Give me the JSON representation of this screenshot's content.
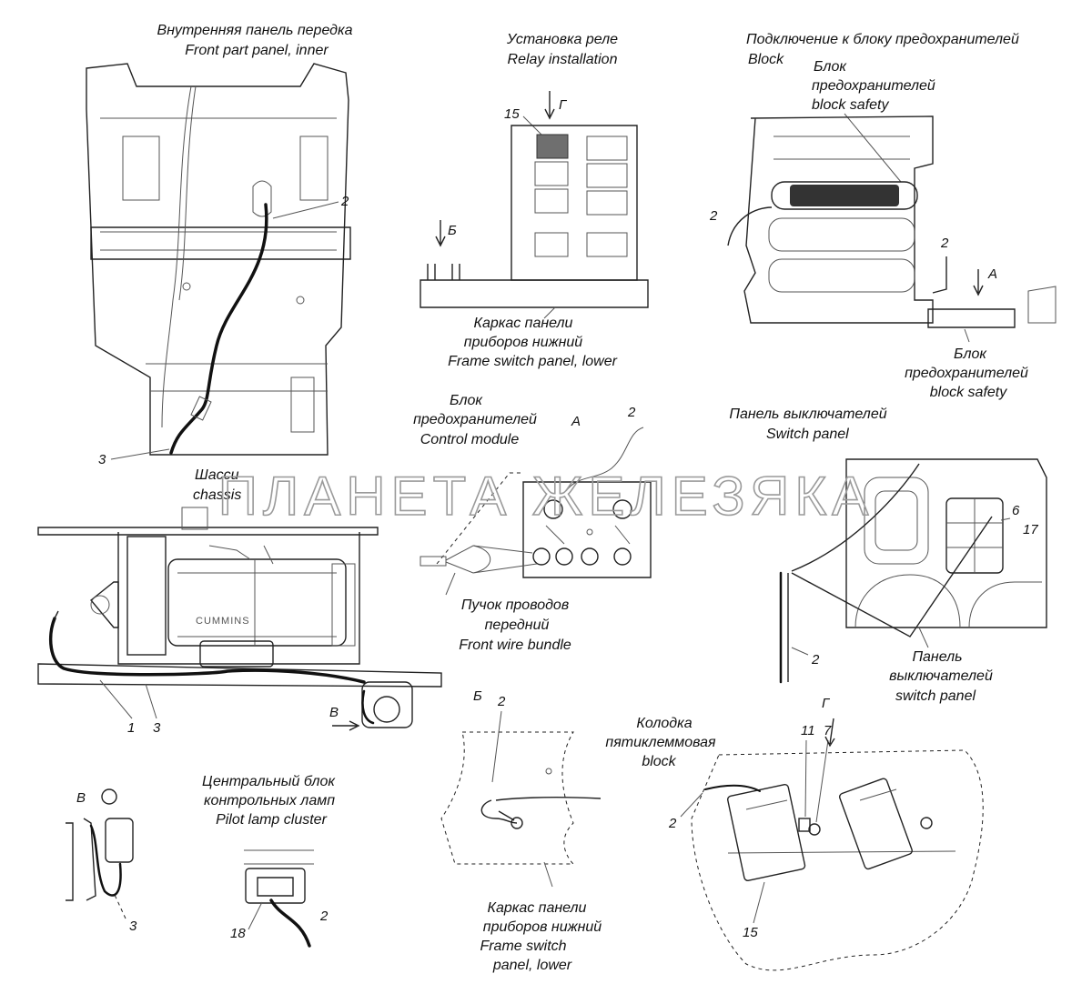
{
  "captions": {
    "front_panel_ru": "Внутренняя панель передка",
    "front_panel_en": "Front part panel, inner",
    "relay_ru": "Установка реле",
    "relay_en": "Relay installation",
    "fuse_conn_ru": "Подключение к блоку предохранителей",
    "fuse_conn_en": "Block",
    "fuse_top_ru1": "Блок",
    "fuse_top_ru2": "предохранителей",
    "fuse_top_en": "block safety",
    "frame_lower_ru1": "Каркас панели",
    "frame_lower_ru2": "приборов нижний",
    "frame_lower_en": "Frame switch panel, lower",
    "fuse_bottom_ru1": "Блок",
    "fuse_bottom_ru2": "предохранителей",
    "fuse_bottom_en": "block safety",
    "control_ru1": "Блок",
    "control_ru2": "предохранителей",
    "control_en": "Control module",
    "switch_panel_ru": "Панель выключателей",
    "switch_panel_en": "Switch panel",
    "chassis_ru": "Шасси",
    "chassis_en": "chassis",
    "bundle_ru1": "Пучок проводов",
    "bundle_ru2": "передний",
    "bundle_en": "Front wire bundle",
    "switch_panel2_ru1": "Панель",
    "switch_panel2_ru2": "выключателей",
    "switch_panel2_en": "switch panel",
    "terminal_ru1": "Колодка",
    "terminal_ru2": "пятиклеммовая",
    "terminal_en": "block",
    "pilot_ru1": "Центральный блок",
    "pilot_ru2": "контрольных ламп",
    "pilot_en": "Pilot lamp cluster",
    "frame_lower2_ru1": "Каркас панели",
    "frame_lower2_ru2": "приборов нижний",
    "frame_lower2_en1": "Frame switch",
    "frame_lower2_en2": "panel, lower",
    "engine_brand": "CUMMINS"
  },
  "views": {
    "g": "Г",
    "b": "Б",
    "a": "А",
    "v": "В"
  },
  "numbers": {
    "n1": "1",
    "n2": "2",
    "n3": "3",
    "n6": "6",
    "n7": "7",
    "n11": "11",
    "n15": "15",
    "n17": "17",
    "n18": "18"
  },
  "watermark": "ПЛАНЕТА ЖЕЛЕЗЯКА"
}
